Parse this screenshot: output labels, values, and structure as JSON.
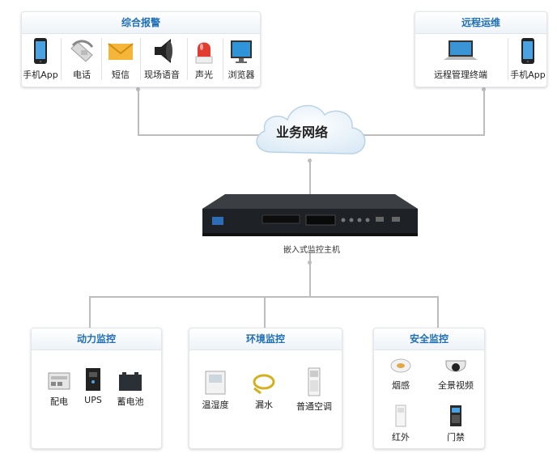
{
  "alarm_panel": {
    "title": "综合报警",
    "items": [
      {
        "label": "手机App",
        "icon": "smartphone-icon"
      },
      {
        "label": "电话",
        "icon": "telephone-icon"
      },
      {
        "label": "短信",
        "icon": "envelope-icon"
      },
      {
        "label": "现场语音",
        "icon": "speaker-icon"
      },
      {
        "label": "声光",
        "icon": "siren-light-icon"
      },
      {
        "label": "浏览器",
        "icon": "monitor-icon"
      }
    ]
  },
  "ops_panel": {
    "title": "远程运维",
    "items": [
      {
        "label": "远程管理终端",
        "icon": "laptop-icon"
      },
      {
        "label": "手机App",
        "icon": "smartphone-icon"
      }
    ]
  },
  "network": {
    "label": "业务网络"
  },
  "host": {
    "label": "嵌入式监控主机",
    "device_icon": "rack-server-icon"
  },
  "power_panel": {
    "title": "动力监控",
    "items": [
      {
        "label": "配电",
        "icon": "power-distribution-icon"
      },
      {
        "label": "UPS",
        "icon": "ups-icon"
      },
      {
        "label": "蓄电池",
        "icon": "battery-icon"
      }
    ]
  },
  "env_panel": {
    "title": "环境监控",
    "items": [
      {
        "label": "温湿度",
        "icon": "thermo-hygrometer-icon"
      },
      {
        "label": "漏水",
        "icon": "water-leak-cable-icon"
      },
      {
        "label": "普通空调",
        "icon": "air-conditioner-icon"
      }
    ]
  },
  "security_panel": {
    "title": "安全监控",
    "items": [
      {
        "label": "烟感",
        "icon": "smoke-detector-icon"
      },
      {
        "label": "全景视频",
        "icon": "dome-camera-icon"
      },
      {
        "label": "红外",
        "icon": "infrared-sensor-icon"
      },
      {
        "label": "门禁",
        "icon": "access-control-icon"
      }
    ]
  },
  "colors": {
    "title_blue": "#1f6fb6",
    "connector_gray": "#bdbdbd"
  }
}
